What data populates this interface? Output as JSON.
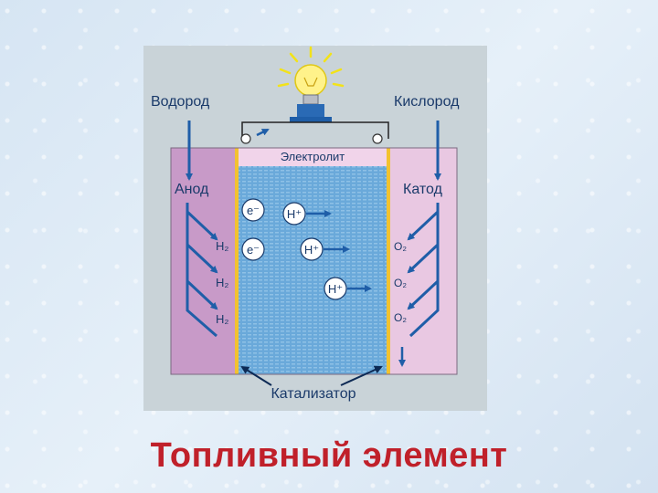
{
  "diagram": {
    "labels": {
      "hydrogen": "Водород",
      "oxygen": "Кислород",
      "anode": "Анод",
      "cathode": "Катод",
      "electrolyte": "Электролит",
      "catalyst": "Катализатор"
    },
    "particles": {
      "electron": "e⁻",
      "proton": "H⁺"
    },
    "species": {
      "h2": "H₂",
      "o2": "O₂"
    },
    "colors": {
      "panel": "#c9d3d8",
      "anode": "#c89ac8",
      "cathode": "#e9c8e2",
      "electrolyte": "#5d9fd4",
      "arrow": "#1f5ea8",
      "catalyst": "#f2c230"
    }
  },
  "slide": {
    "title": "Топливный элемент"
  }
}
